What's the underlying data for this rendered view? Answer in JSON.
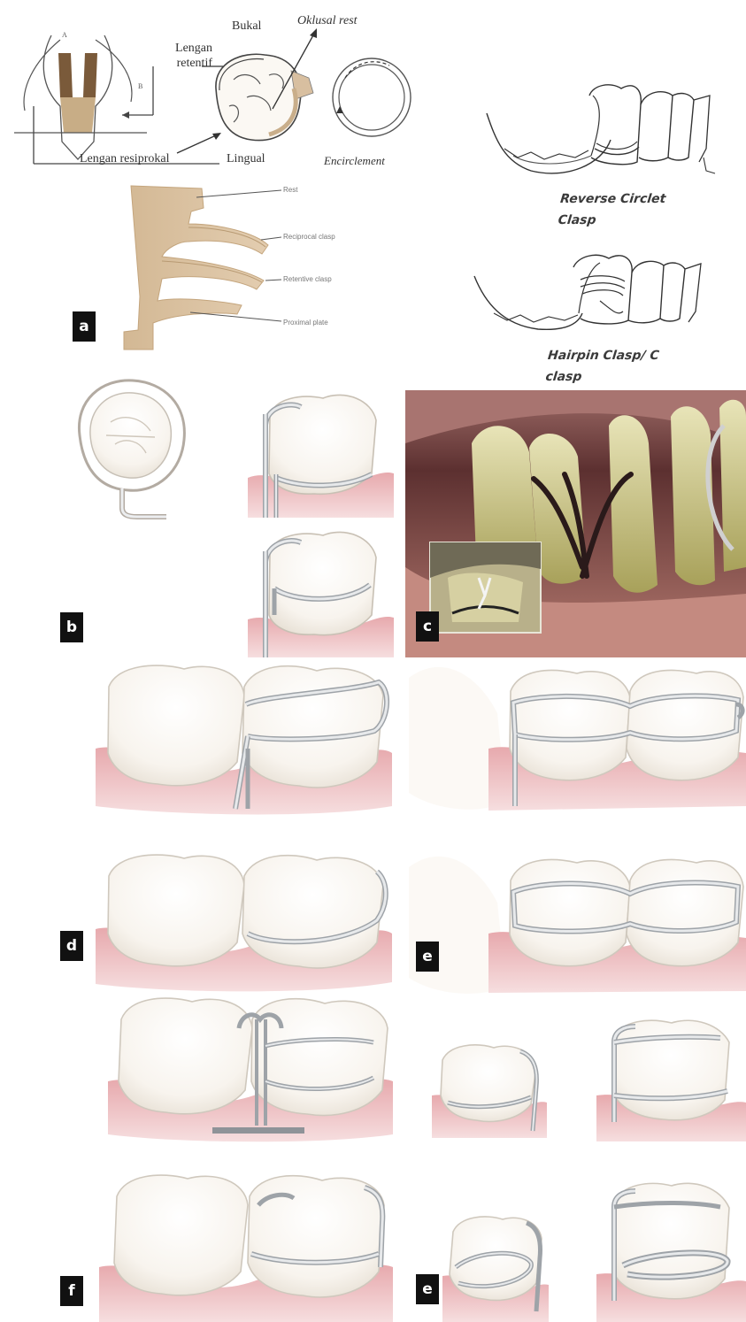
{
  "panel_a": {
    "labels": {
      "bukal": "Bukal",
      "oklusal_rest": "Oklusal rest",
      "lengan_retentif": "Lengan retentif",
      "lengan_resiprokal": "Lengan resiprokal",
      "lingual": "Lingual",
      "encirclement": "Encirclement",
      "rest": "Rest",
      "reciprocal_clasp": "Reciprocal clasp",
      "retentive_clasp": "Retentive clasp",
      "proximal_plate": "Proximal plate"
    },
    "badge": "a"
  },
  "clasp_captions": {
    "reverse_circlet": "Reverse Circlet Clasp",
    "hairpin": "Hairpin Clasp/ C clasp"
  },
  "badges": {
    "b": "b",
    "c": "c",
    "d": "d",
    "e1": "e",
    "f": "f",
    "e2": "e"
  },
  "colors": {
    "tooth": "#fbf8f3",
    "tooth_outline": "#b3aba2",
    "gum": "#e9b9bb",
    "gum_dark": "#d99a9e",
    "clasp": "#9ea3a8",
    "clasp_light": "#dfe3e6",
    "plate_tan": "#d8bfa0",
    "photo_lip": "#b8867e",
    "photo_teeth": "#cfc58a"
  }
}
